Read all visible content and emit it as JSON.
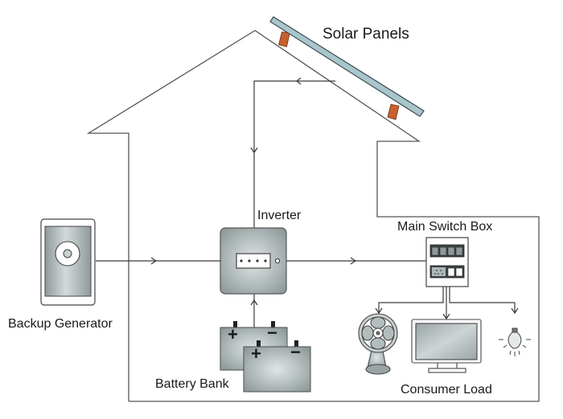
{
  "diagram": {
    "title": "Home Solar Power System",
    "labels": {
      "solar_panels": "Solar Panels",
      "inverter": "Inverter",
      "main_switch_box": "Main Switch Box",
      "backup_generator": "Backup Generator",
      "battery_bank": "Battery Bank",
      "consumer_load": "Consumer Load"
    },
    "battery_terminals": {
      "positive": "+",
      "negative": "−"
    },
    "nodes": [
      {
        "id": "solar_panels",
        "label": "Solar Panels",
        "icon": "solar-panel-icon"
      },
      {
        "id": "inverter",
        "label": "Inverter",
        "icon": "inverter-icon"
      },
      {
        "id": "backup_generator",
        "label": "Backup Generator",
        "icon": "generator-icon"
      },
      {
        "id": "battery_bank",
        "label": "Battery Bank",
        "icon": "battery-icon"
      },
      {
        "id": "main_switch_box",
        "label": "Main Switch Box",
        "icon": "switch-box-icon"
      },
      {
        "id": "fan",
        "label": "Fan",
        "icon": "fan-icon"
      },
      {
        "id": "television",
        "label": "Television",
        "icon": "tv-icon"
      },
      {
        "id": "light_bulb",
        "label": "Light Bulb",
        "icon": "light-bulb-icon"
      }
    ],
    "edges": [
      {
        "from": "solar_panels",
        "to": "inverter"
      },
      {
        "from": "backup_generator",
        "to": "inverter"
      },
      {
        "from": "battery_bank",
        "to": "inverter"
      },
      {
        "from": "inverter",
        "to": "main_switch_box"
      },
      {
        "from": "main_switch_box",
        "to": "fan"
      },
      {
        "from": "main_switch_box",
        "to": "television"
      },
      {
        "from": "main_switch_box",
        "to": "light_bulb"
      }
    ],
    "colors": {
      "panel": "#a9c6cc",
      "mount": "#c8602e",
      "device_gray": "#b9c2c3",
      "line": "#3a3a3a"
    }
  }
}
